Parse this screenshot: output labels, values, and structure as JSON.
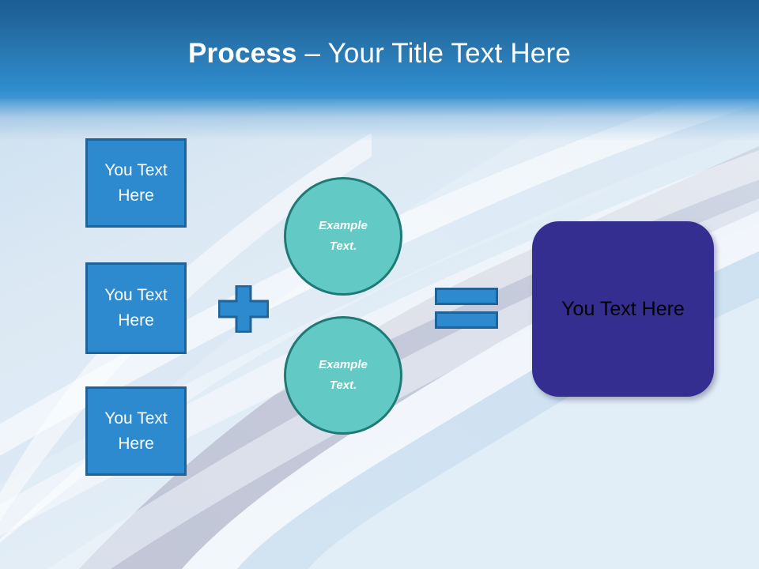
{
  "slide": {
    "title": {
      "bold_part": "Process ",
      "rest_part": "– Your Title Text Here"
    }
  },
  "theme": {
    "header_dark": "#1a5d96",
    "header_light": "#3f95d2",
    "box_fill": "#2e8ace",
    "box_border": "#1f6399",
    "circle_fill": "#62c9c4",
    "circle_border": "#1f7a76",
    "result_fill": "#332e8f",
    "result_text": "#000000",
    "background_light": "#e3eef7"
  },
  "inputs": {
    "boxes": [
      {
        "label": "You Text\nHere"
      },
      {
        "label": "You Text\nHere"
      },
      {
        "label": "You Text\nHere"
      }
    ]
  },
  "operators": {
    "plus": "plus-sign",
    "equals": "equals-sign"
  },
  "factors": {
    "circles": [
      {
        "label": "Example\nText."
      },
      {
        "label": "Example\nText."
      }
    ]
  },
  "result": {
    "label": "You Text Here"
  }
}
